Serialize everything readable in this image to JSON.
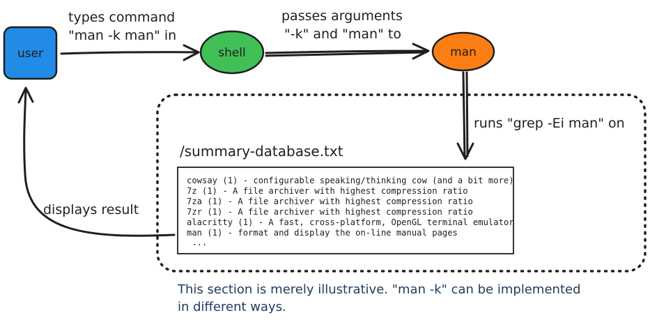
{
  "nodes": {
    "user": {
      "label": "user",
      "color": "#228be6"
    },
    "shell": {
      "label": "shell",
      "color": "#40c057"
    },
    "man": {
      "label": "man",
      "color": "#fd7e14"
    }
  },
  "edges": {
    "user_to_shell": {
      "line1": "types command",
      "line2": "\"man -k man\" in"
    },
    "shell_to_man": {
      "line1": "passes arguments",
      "line2": "\"-k\" and \"man\" to"
    },
    "man_to_db": {
      "label": "runs \"grep -Ei man\" on"
    },
    "db_to_user": {
      "label": "displays result"
    }
  },
  "database": {
    "title": "/summary-database.txt",
    "lines": [
      "cowsay (1) - configurable speaking/thinking cow (and a bit more)",
      "7z (1) - A file archiver with highest compression ratio",
      "7za (1) - A file archiver with highest compression ratio",
      "7zr (1) - A file archiver with highest compression ratio",
      "alacritty (1) - A fast, cross-platform, OpenGL terminal emulator",
      "man (1) - format and display the on-line manual pages",
      " ..."
    ]
  },
  "footnote": {
    "line1": "This section is merely illustrative. \"man -k\" can be implemented",
    "line2": "in different ways.",
    "color": "#1e3a5f"
  }
}
